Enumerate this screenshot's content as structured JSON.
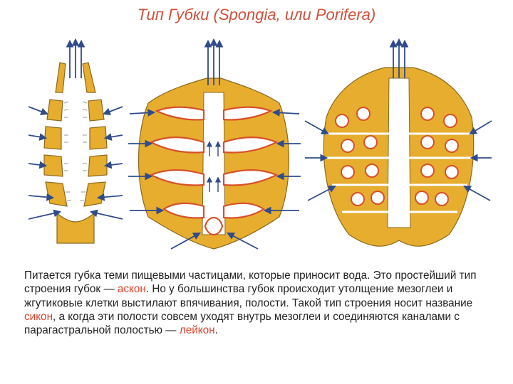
{
  "slide": {
    "title": "Тип Губки (Spongia, или Porifera)"
  },
  "caption": {
    "part1": "Питается губка теми пищевыми частицами, которые приносит вода. Это простейший тип строения губок — ",
    "term1": "аскон",
    "part2": ". Но у большинства губок происходит утолщение мезоглеи и жгутиковые клетки выстилают впячивания, полости. Такой тип строения носит название ",
    "term2": "сикон",
    "part3": ", а когда эти полости совсем уходят внутрь мезоглеи и соединяются каналами с парагастральной полостью — ",
    "term3": "лейкон",
    "part4": "."
  },
  "colors": {
    "body_fill": "#e6ad2e",
    "body_stroke": "#8a6a1f",
    "choanocyte": "#d8502a",
    "arrow": "#2f4b8a",
    "highlight": "#e0432a"
  }
}
